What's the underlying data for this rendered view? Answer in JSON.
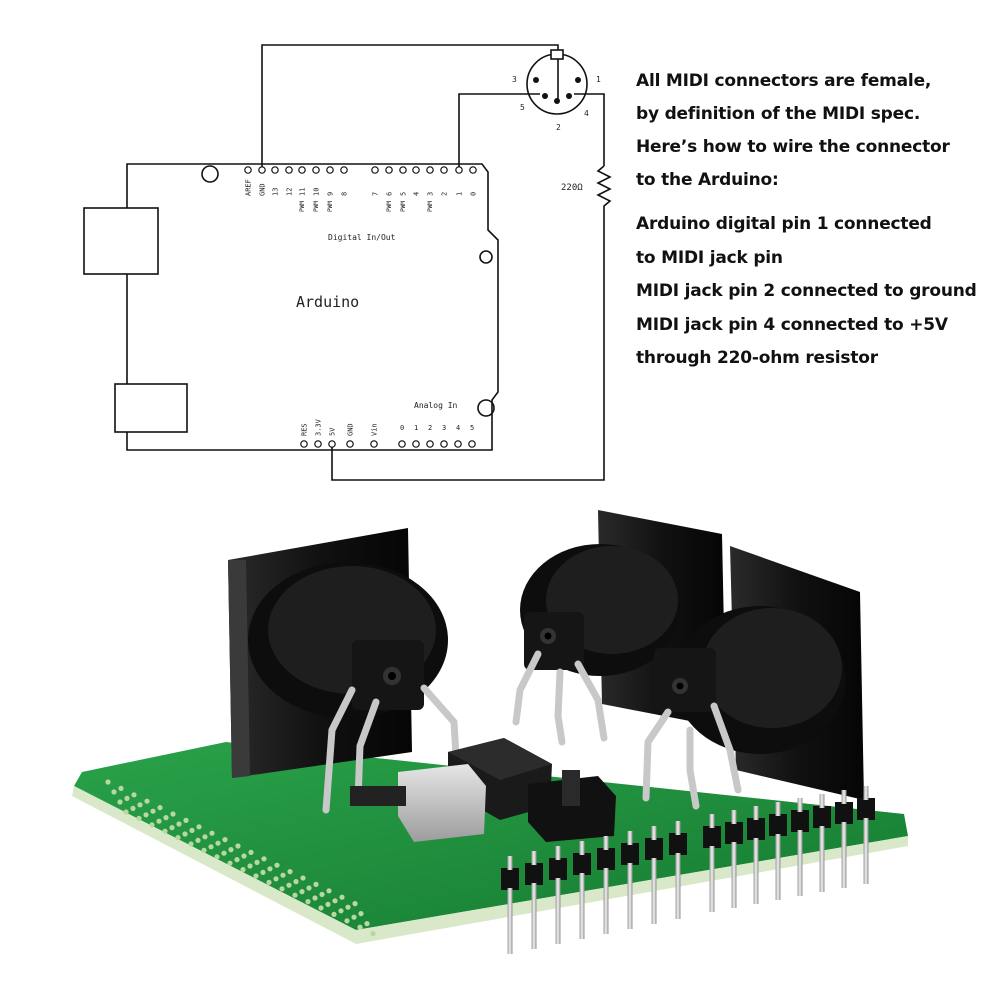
{
  "schematic": {
    "board_label": "Arduino",
    "digital_label": "Digital In/Out",
    "analog_label": "Analog In",
    "resistor_label": "220Ω",
    "digital_pins": [
      "AREF",
      "GND",
      "13",
      "12",
      "11",
      "10",
      "9",
      "8",
      "7",
      "6",
      "5",
      "4",
      "3",
      "2",
      "1",
      "0"
    ],
    "pwm_label": "PWM",
    "power_pins": [
      "RES",
      "3.3V",
      "5V",
      "GND",
      "Vin"
    ],
    "analog_pins": [
      "0",
      "1",
      "2",
      "3",
      "4",
      "5"
    ],
    "midi_pin_labels": [
      "1",
      "2",
      "3",
      "4",
      "5"
    ]
  },
  "notes": {
    "paragraph1": [
      "All MIDI connectors are female,",
      "by definition of the MIDI spec.",
      "Here’s how to wire the connector",
      "to the Arduino:"
    ],
    "paragraph2": [
      "Arduino digital pin 1 connected",
      "to MIDI jack pin",
      "MIDI jack pin 2 connected to ground",
      "MIDI jack pin 4 connected to +5V",
      "through 220-ohm resistor"
    ]
  },
  "colors": {
    "pcb": "#1f8f3c",
    "connector": "#1a1a1a",
    "line": "#111111"
  }
}
